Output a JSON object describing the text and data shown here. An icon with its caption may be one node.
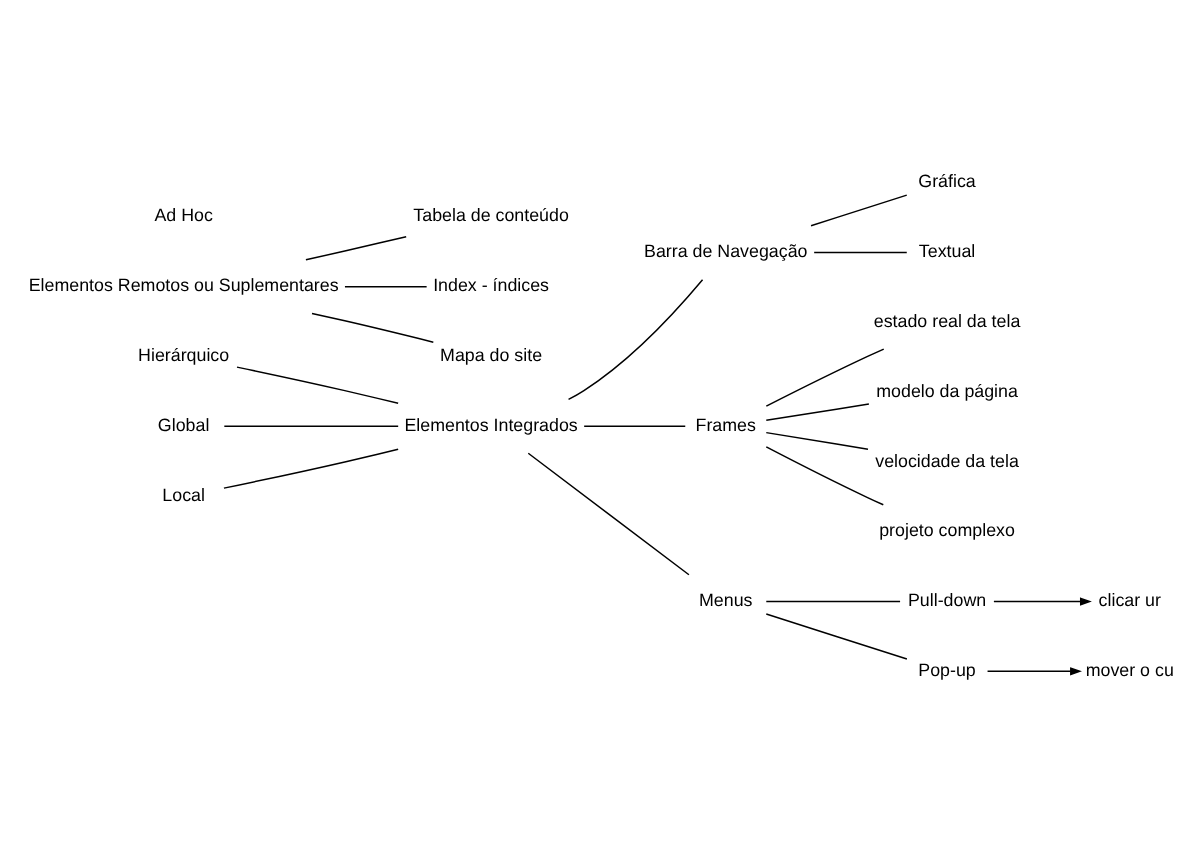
{
  "diagram": {
    "nodes": [
      {
        "text": [
          "Hierárquico"
        ]
      },
      {
        "text": [
          "Global"
        ]
      },
      {
        "text": [
          "Local"
        ]
      },
      {
        "text": [
          "Elementos Integrados"
        ]
      },
      {
        "text": [
          "Barra de Navegação"
        ]
      },
      {
        "text": [
          "Gráfica"
        ]
      },
      {
        "text": [
          "Textual"
        ]
      },
      {
        "text": [
          "Frames"
        ]
      },
      {
        "text": [
          "estado real da tela"
        ]
      },
      {
        "text": [
          "modelo da página"
        ]
      },
      {
        "text": [
          "velocidade da tela"
        ]
      },
      {
        "text": [
          "projeto complexo"
        ]
      },
      {
        "text": [
          "Menus"
        ]
      },
      {
        "text": [
          "Pull-down"
        ]
      },
      {
        "text": [
          "clicar ur"
        ]
      },
      {
        "text": [
          "Pop-up"
        ]
      },
      {
        "text": [
          "mover o cu"
        ]
      },
      {
        "text": [
          "Elementos Remotos ou Suplementares"
        ]
      },
      {
        "text": [
          "Tabela de conteúdo"
        ]
      },
      {
        "text": [
          "Index - índices"
        ]
      },
      {
        "text": [
          "Mapa do site"
        ]
      }
    ],
    "edges": [
      {
        "from": 0,
        "to": 3,
        "arrow": "none"
      },
      {
        "from": 1,
        "to": 3,
        "arrow": "none"
      },
      {
        "from": 2,
        "to": 3,
        "arrow": "none"
      },
      {
        "from": 3,
        "to": 4,
        "arrow": "none"
      },
      {
        "from": 3,
        "to": 7,
        "arrow": "none"
      },
      {
        "from": 3,
        "to": 12,
        "arrow": "none"
      },
      {
        "from": 4,
        "to": 5,
        "arrow": "none"
      },
      {
        "from": 4,
        "to": 6,
        "arrow": "none"
      },
      {
        "from": 7,
        "to": 8,
        "arrow": "none"
      },
      {
        "from": 7,
        "to": 9,
        "arrow": "none"
      },
      {
        "from": 7,
        "to": 10,
        "arrow": "none"
      },
      {
        "from": 7,
        "to": 11,
        "arrow": "none"
      },
      {
        "from": 12,
        "to": 13,
        "arrow": "none"
      },
      {
        "from": 12,
        "to": 15,
        "arrow": "none"
      },
      {
        "from": 13,
        "to": 14,
        "arrow": "to"
      },
      {
        "from": 15,
        "to": 16,
        "arrow": "to"
      },
      {
        "from": 17,
        "to": 18,
        "arrow": "none"
      },
      {
        "from": 17,
        "to": 19,
        "arrow": "none"
      },
      {
        "from": 17,
        "to": 20,
        "arrow": "none"
      }
    ],
    "labels": [
      "Ad Hoc"
    ]
  }
}
